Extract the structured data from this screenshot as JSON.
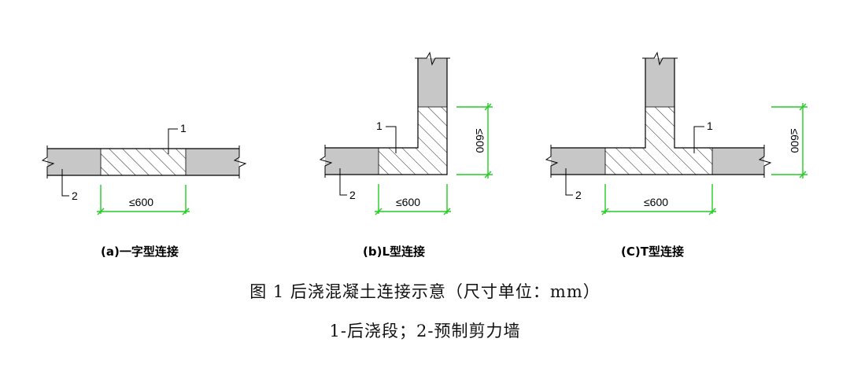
{
  "figures": [
    {
      "caption": "(a)一字型连接",
      "callout_castinplace": "1",
      "callout_precast": "2",
      "dim_horizontal": "≤600"
    },
    {
      "caption": "(b)L型连接",
      "callout_castinplace": "1",
      "callout_precast": "2",
      "dim_horizontal": "≤600",
      "dim_vertical": "≤600"
    },
    {
      "caption": "(C)T型连接",
      "callout_castinplace": "1",
      "callout_precast": "2",
      "dim_horizontal": "≤600",
      "dim_vertical": "≤600"
    }
  ],
  "figure_title": "图 1 后浇混凝土连接示意（尺寸单位：mm）",
  "legend": "1-后浇段；2-预制剪力墙",
  "colors": {
    "precast_fill": "#c7c7c7",
    "dimension_line": "#22cc22",
    "outline": "#000000",
    "hatch": "#000000"
  }
}
